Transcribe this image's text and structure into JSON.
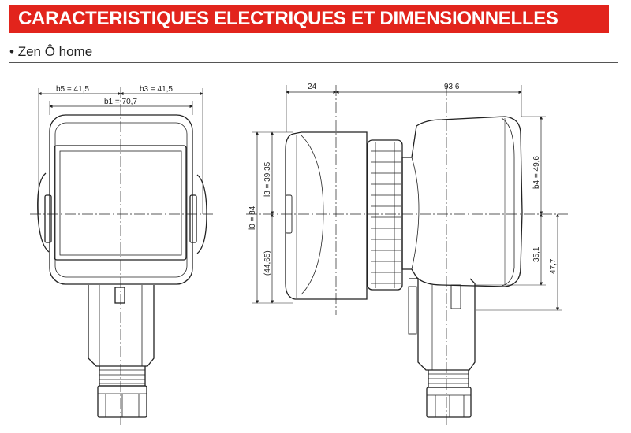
{
  "header": {
    "title": "CARACTERISTIQUES ELECTRIQUES ET DIMENSIONNELLES"
  },
  "model": {
    "bullet": "•",
    "name": "Zen Ô home"
  },
  "dimensions": {
    "b5": "b5 = 41,5",
    "b3": "b3 = 41,5",
    "b1": "b1 = 70,7",
    "d24": "24",
    "d93": "93,6",
    "l3": "l3 = 39,35",
    "l0": "l0 = 84",
    "l4465": "(44,65)",
    "b4": "b4 = 49,6",
    "d351": "35,1",
    "d477": "47,7"
  },
  "colors": {
    "banner": "#e2241c",
    "line": "#222222",
    "body_fill": "#ffffff"
  }
}
